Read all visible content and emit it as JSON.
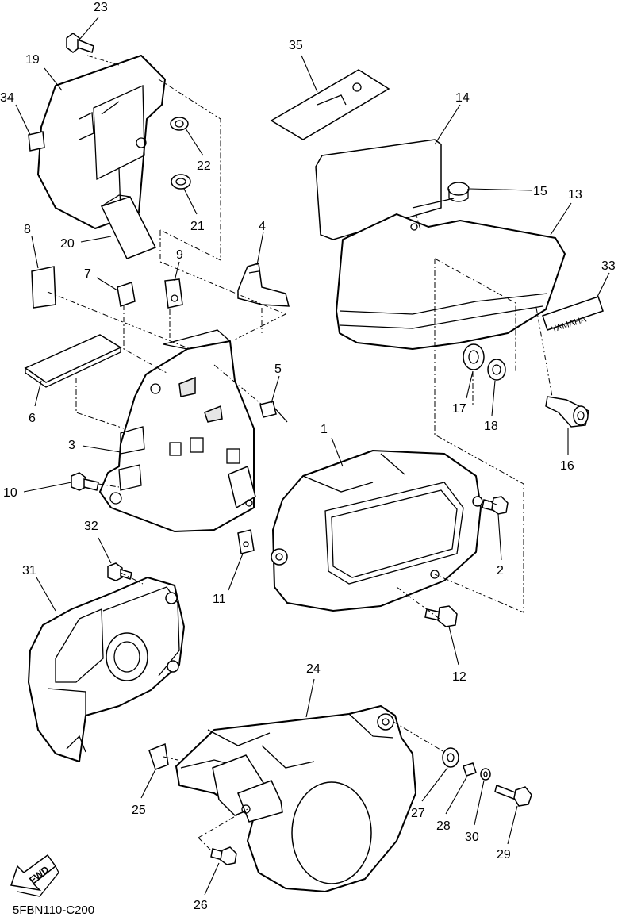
{
  "diagram": {
    "code": "5FBN110-C200",
    "fwd_label": "FWD",
    "emblem_text": "YAMAHA",
    "callouts": {
      "c1": "1",
      "c2": "2",
      "c3": "3",
      "c4": "4",
      "c5": "5",
      "c6": "6",
      "c7": "7",
      "c8": "8",
      "c9": "9",
      "c10": "10",
      "c11": "11",
      "c12": "12",
      "c13": "13",
      "c14": "14",
      "c15": "15",
      "c16": "16",
      "c17": "17",
      "c18": "18",
      "c19": "19",
      "c20": "20",
      "c21": "21",
      "c22": "22",
      "c23": "23",
      "c24": "24",
      "c25": "25",
      "c26": "26",
      "c27": "27",
      "c28": "28",
      "c29": "29",
      "c30": "30",
      "c31": "31",
      "c32": "32",
      "c33": "33",
      "c34": "34",
      "c35": "35"
    }
  }
}
